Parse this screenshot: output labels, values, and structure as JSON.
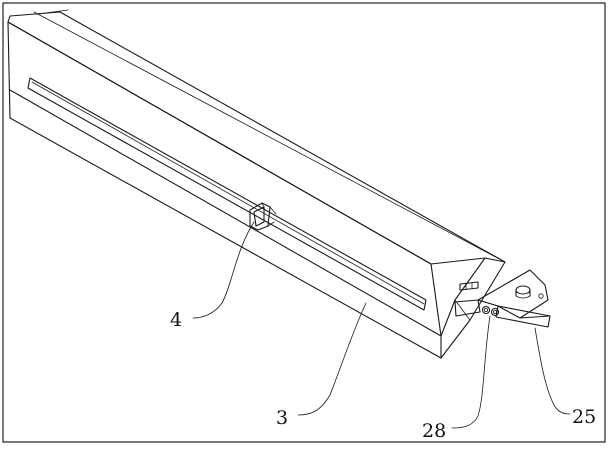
{
  "labels": {
    "part_4": "4",
    "part_3": "3",
    "part_28": "28",
    "part_25": "25"
  },
  "colors": {
    "stroke": "#1a1a1a",
    "border": "#222222",
    "background": "#ffffff"
  }
}
